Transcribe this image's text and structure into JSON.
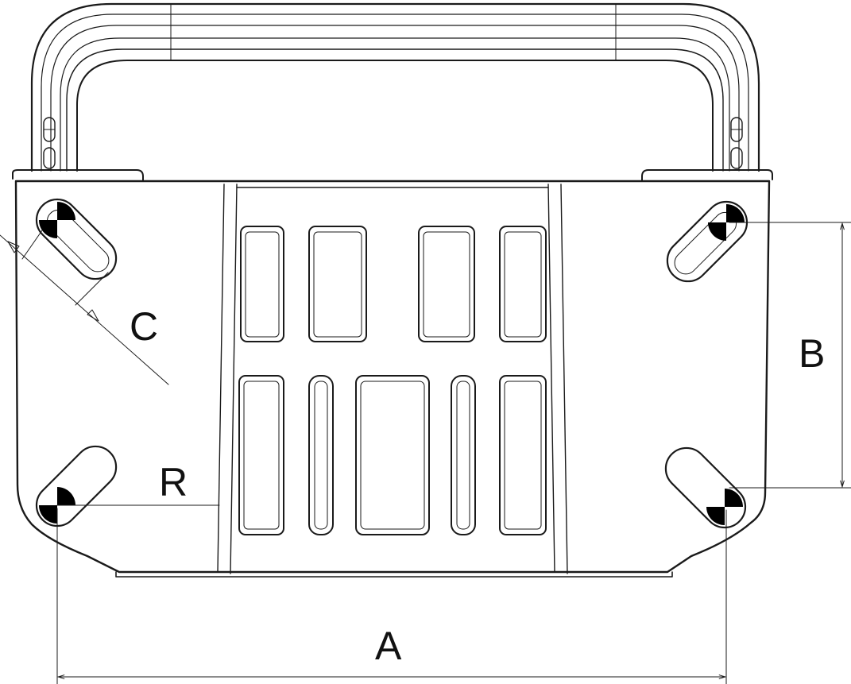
{
  "drawing": {
    "labels": {
      "width": "A",
      "height": "B",
      "slot": "C",
      "radius": "R"
    },
    "colors": {
      "stroke": "#1a1a1a",
      "fill_dark": "#000000",
      "background": "#ffffff"
    }
  }
}
